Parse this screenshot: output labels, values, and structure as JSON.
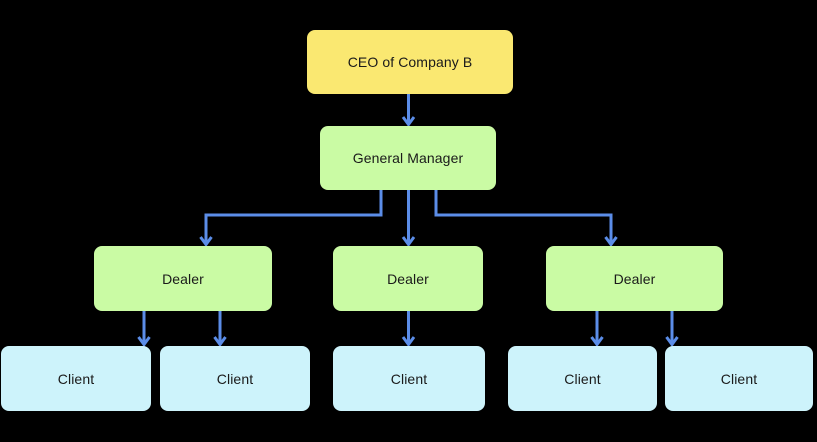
{
  "diagram": {
    "type": "org-chart",
    "background_color": "#000000",
    "arrow_color": "#5b8de8",
    "text_color": "#1a1a1a",
    "node_colors": {
      "root": "#fae871",
      "manager_dealer": "#cafba4",
      "client": "#cdf3fb"
    },
    "nodes": {
      "ceo": {
        "label": "CEO of Company B",
        "level": 1,
        "fill": "#fae871"
      },
      "gm": {
        "label": "General Manager",
        "level": 2,
        "fill": "#cafba4"
      },
      "dealer1": {
        "label": "Dealer",
        "level": 3,
        "fill": "#cafba4"
      },
      "dealer2": {
        "label": "Dealer",
        "level": 3,
        "fill": "#cafba4"
      },
      "dealer3": {
        "label": "Dealer",
        "level": 3,
        "fill": "#cafba4"
      },
      "client1": {
        "label": "Client",
        "level": 4,
        "fill": "#cdf3fb"
      },
      "client2": {
        "label": "Client",
        "level": 4,
        "fill": "#cdf3fb"
      },
      "client3": {
        "label": "Client",
        "level": 4,
        "fill": "#cdf3fb"
      },
      "client4": {
        "label": "Client",
        "level": 4,
        "fill": "#cdf3fb"
      },
      "client5": {
        "label": "Client",
        "level": 4,
        "fill": "#cdf3fb"
      }
    },
    "edges": [
      {
        "from": "ceo",
        "to": "gm"
      },
      {
        "from": "gm",
        "to": "dealer1"
      },
      {
        "from": "gm",
        "to": "dealer2"
      },
      {
        "from": "gm",
        "to": "dealer3"
      },
      {
        "from": "dealer1",
        "to": "client1"
      },
      {
        "from": "dealer1",
        "to": "client2"
      },
      {
        "from": "dealer2",
        "to": "client3"
      },
      {
        "from": "dealer3",
        "to": "client4"
      },
      {
        "from": "dealer3",
        "to": "client5"
      }
    ]
  }
}
